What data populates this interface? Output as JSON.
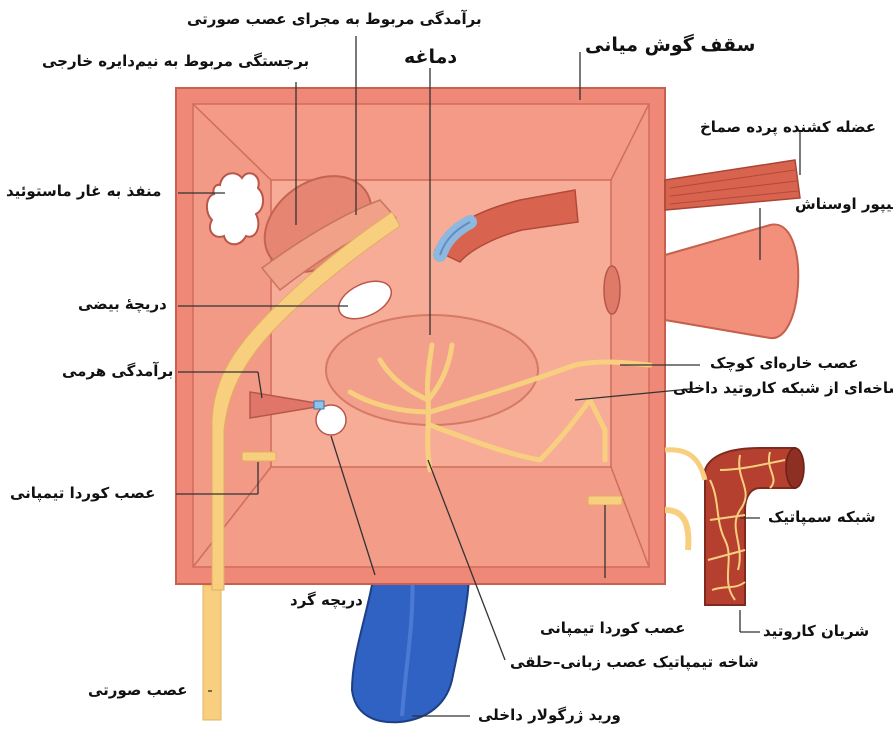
{
  "labels": {
    "roof": "سقف گوش میانی",
    "facial_canal_prominence": "برآمدگی مربوط به مجرای عصب صورتی",
    "semicircular_prominence": "برجستگی مربوط به نیم‌دایره خارجی",
    "promontory": "دماغه",
    "mastoid_aditus": "منفذ به غار ماستوئید",
    "oval_window": "دریچهٔ بیضی",
    "pyramidal_eminence": "برآمدگی هرمی",
    "chorda_tympani_left": "عصب کوردا  تیمپانی",
    "facial_nerve": "عصب صورتی",
    "round_window": "دریچه گرد",
    "tensor_tympani": "عضله کشنده پرده صماخ",
    "eustachian_tube": "شیپور اوسناش",
    "lesser_petrosal": "عصب خاره‌ای کوچک",
    "carotid_branch": "شاخه‌ای از شبکه کاروتید داخلی",
    "sympathetic_plexus": "شبکه سمپاتیک",
    "carotid_artery": "شریان کاروتید",
    "chorda_tympani_right": "عصب کوردا تیمپانی",
    "tympanic_branch": "شاخه تیمپاتیک عصب زبانی–حلقی",
    "jugular_vein": "ورید ژرگولار داخلی"
  },
  "colors": {
    "wall_outer": "#ef8877",
    "wall_inner": "#f49a87",
    "floor": "#f7ac98",
    "nerve": "#f7cf7e",
    "muscle": "#d8634f",
    "vein": "#2f62c2",
    "artery": "#b5402f"
  }
}
